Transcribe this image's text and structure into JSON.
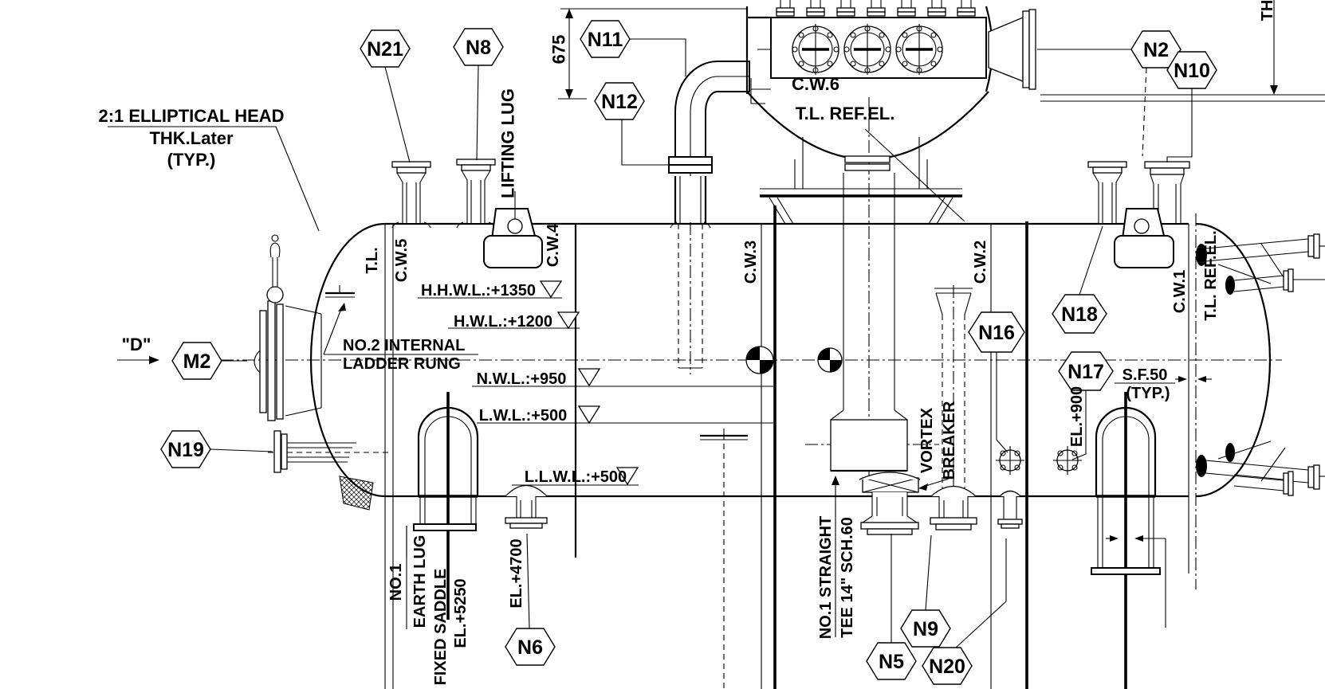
{
  "drawing": {
    "callouts": {
      "n2": "N2",
      "n5": "N5",
      "n6": "N6",
      "n8": "N8",
      "n9": "N9",
      "n10": "N10",
      "n11": "N11",
      "n12": "N12",
      "n16": "N16",
      "n17": "N17",
      "n18": "N18",
      "n19": "N19",
      "n20": "N20",
      "n21": "N21",
      "m2": "M2"
    },
    "weld_lines": {
      "cw1": "C.W.1",
      "cw2": "C.W.2",
      "cw3": "C.W.3",
      "cw4": "C.W.4",
      "cw5": "C.W.5",
      "cw6": "C.W.6",
      "tl": "T.L.",
      "tl_ref_el": "T.L. REF.EL."
    },
    "levels": {
      "hhwl": "H.H.W.L.:+1350",
      "hwl": "H.W.L.:+1200",
      "nwl": "N.W.L.:+950",
      "lwl": "L.W.L.:+500",
      "llwl": "L.L.W.L.:+500"
    },
    "dimensions": {
      "d675": "675",
      "sf50": "S.F.50",
      "sf50_typ": "(TYP.)",
      "edge_cut": "TH"
    },
    "notes": {
      "head1": "2:1 ELLIPTICAL HEAD",
      "head2": "THK.Later",
      "head3": "(TYP.)",
      "lifting_lug": "LIFTING LUG",
      "ladder1": "NO.2 INTERNAL",
      "ladder2": "LADDER RUNG",
      "vortex1": "VORTEX",
      "vortex2": "BREAKER",
      "tee1": "NO.1 STRAIGHT",
      "tee2": "TEE 14\" SCH.60",
      "no1": "NO.1",
      "earth_lug": "EARTH LUG",
      "fixed_saddle": "FIXED SADDLE",
      "el5250": "EL.+5250",
      "el4700": "EL.+4700",
      "el900": "EL.+900",
      "d_ref": "\"D\""
    }
  }
}
